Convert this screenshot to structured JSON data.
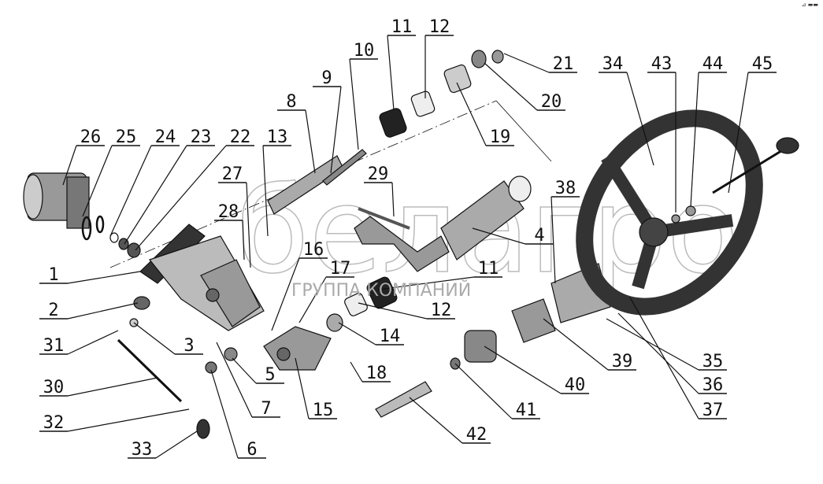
{
  "title": "Exploded view: steering column assembly",
  "watermark": {
    "brand": "белагро",
    "subtitle": "ГРУППА КОМПАНИЙ"
  },
  "corner_mark": "⊿ ▬▬",
  "labels": [
    "26",
    "25",
    "24",
    "23",
    "22",
    "13",
    "8",
    "9",
    "10",
    "11",
    "12",
    "21",
    "20",
    "19",
    "27",
    "28",
    "29",
    "38",
    "4",
    "16",
    "17",
    "11",
    "12",
    "14",
    "18",
    "1",
    "2",
    "31",
    "3",
    "30",
    "5",
    "7",
    "15",
    "6",
    "32",
    "33",
    "42",
    "41",
    "40",
    "39",
    "34",
    "43",
    "44",
    "45",
    "35",
    "36",
    "37"
  ],
  "colors": {
    "line": "#111111",
    "part": "#8a8a8a",
    "dark": "#222222",
    "watermark": "#bbbbbb"
  }
}
